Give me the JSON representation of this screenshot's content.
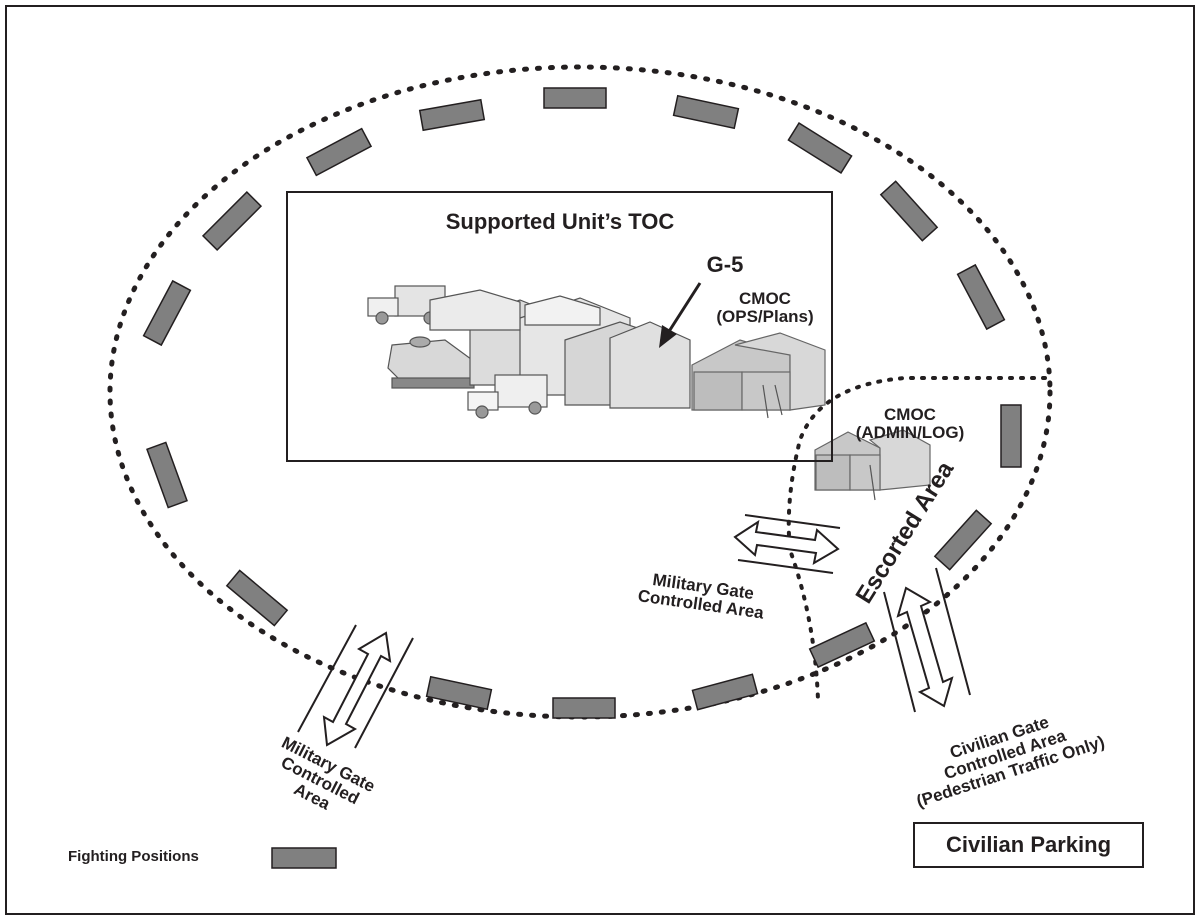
{
  "toc": {
    "title": "Supported Unit’s TOC",
    "g5": "G-5",
    "cmoc_ops": [
      "CMOC",
      "(OPS/Plans)"
    ]
  },
  "cmoc_admin": [
    "CMOC",
    "(ADMIN/LOG)"
  ],
  "escorted_area": "Escorted Area",
  "military_gate_inner": [
    "Military Gate",
    "Controlled Area"
  ],
  "military_gate_outer": [
    "Military Gate",
    "Controlled",
    "Area"
  ],
  "civilian_gate": [
    "Civilian Gate",
    "Controlled Area",
    "(Pedestrian Traffic Only)"
  ],
  "civilian_parking": "Civilian Parking",
  "legend": {
    "label": "Fighting Positions"
  },
  "colors": {
    "fighting_position": "#808080",
    "line": "#231f20",
    "tent": "#c8c8c8"
  }
}
